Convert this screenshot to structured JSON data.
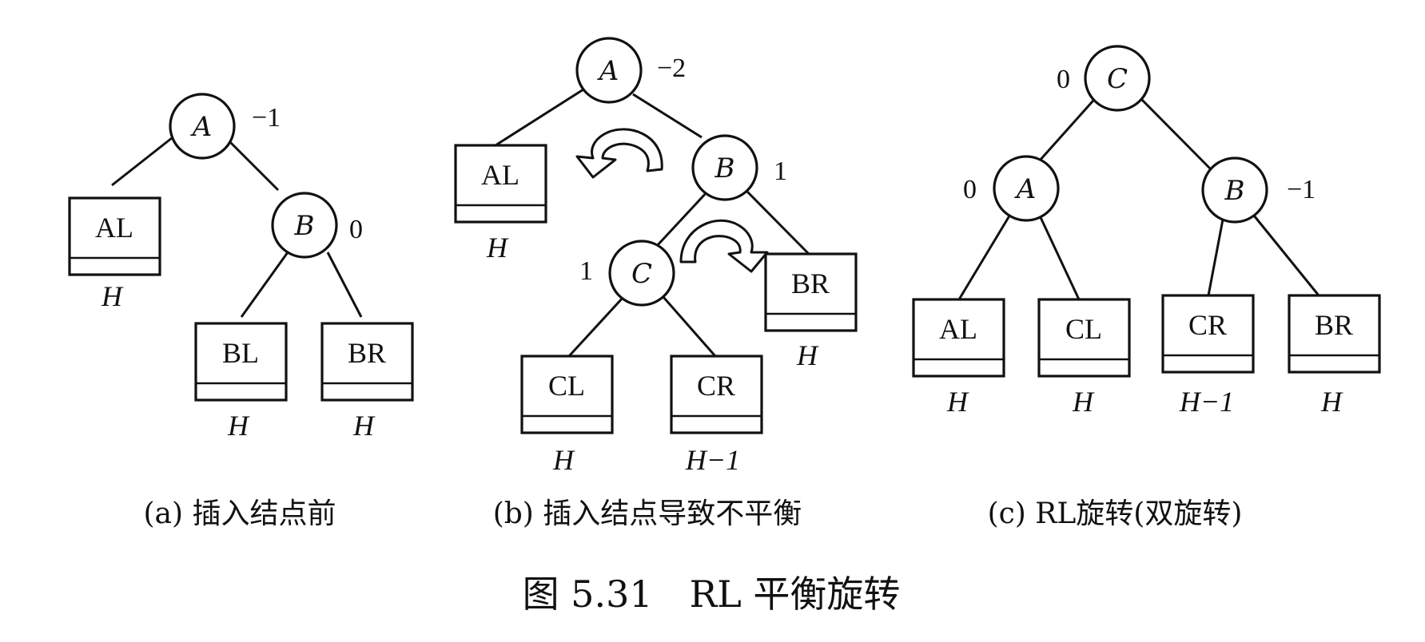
{
  "panels": [
    {
      "id": "a",
      "caption": "(a) 插入结点前",
      "nodes": [
        {
          "id": "A",
          "label": "A",
          "bf": "−1"
        },
        {
          "id": "B",
          "label": "B",
          "bf": "0"
        }
      ],
      "boxes": [
        {
          "id": "AL",
          "label": "AL",
          "height": "H"
        },
        {
          "id": "BL",
          "label": "BL",
          "height": "H"
        },
        {
          "id": "BR",
          "label": "BR",
          "height": "H"
        }
      ]
    },
    {
      "id": "b",
      "caption": "(b) 插入结点导致不平衡",
      "nodes": [
        {
          "id": "A",
          "label": "A",
          "bf": "−2"
        },
        {
          "id": "B",
          "label": "B",
          "bf": "1"
        },
        {
          "id": "C",
          "label": "C",
          "bf": "1"
        }
      ],
      "boxes": [
        {
          "id": "AL",
          "label": "AL",
          "height": "H"
        },
        {
          "id": "BR",
          "label": "BR",
          "height": "H"
        },
        {
          "id": "CL",
          "label": "CL",
          "height": "H"
        },
        {
          "id": "CR",
          "label": "CR",
          "height": "H−1"
        }
      ]
    },
    {
      "id": "c",
      "caption": "(c) RL旋转(双旋转)",
      "nodes": [
        {
          "id": "C",
          "label": "C",
          "bf": "0"
        },
        {
          "id": "A",
          "label": "A",
          "bf": "0"
        },
        {
          "id": "B",
          "label": "B",
          "bf": "−1"
        }
      ],
      "boxes": [
        {
          "id": "AL",
          "label": "AL",
          "height": "H"
        },
        {
          "id": "CL",
          "label": "CL",
          "height": "H"
        },
        {
          "id": "CR",
          "label": "CR",
          "height": "H−1"
        },
        {
          "id": "BR",
          "label": "BR",
          "height": "H"
        }
      ]
    }
  ],
  "figure_caption": "图 5.31　RL 平衡旋转"
}
